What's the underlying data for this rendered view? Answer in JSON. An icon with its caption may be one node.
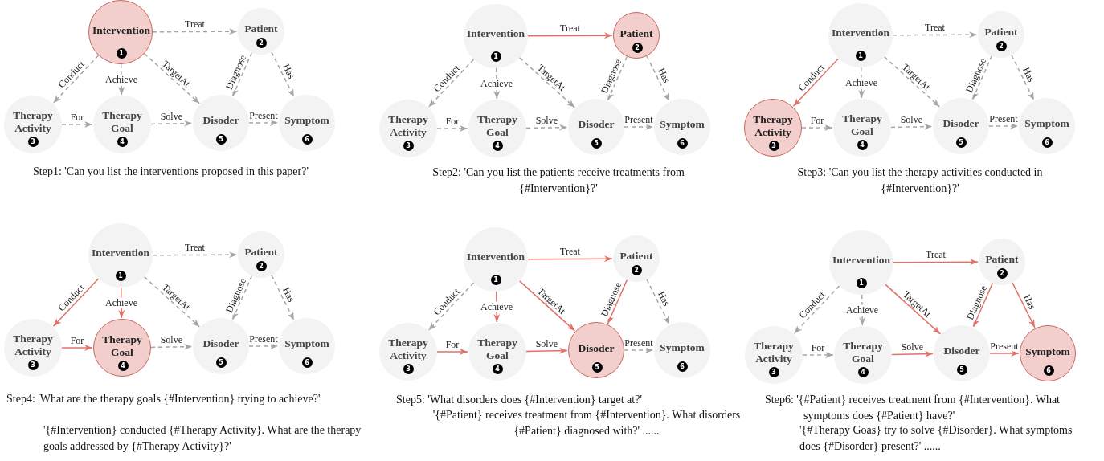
{
  "diagram": {
    "nodes": [
      {
        "text": [
          "Intervention",
          "1"
        ]
      },
      {
        "text": [
          "Patient",
          "2"
        ]
      },
      {
        "text": [
          "Therapy Activity",
          "3"
        ]
      },
      {
        "text": [
          "Therapy Goal",
          "4"
        ]
      },
      {
        "text": [
          "Disoder",
          "5"
        ]
      },
      {
        "text": [
          "Symptom",
          "6"
        ]
      },
      {
        "text": [
          "Intervention",
          "1"
        ]
      },
      {
        "text": [
          "Patient",
          "2"
        ]
      },
      {
        "text": [
          "Therapy Activity",
          "3"
        ]
      },
      {
        "text": [
          "Therapy Goal",
          "4"
        ]
      },
      {
        "text": [
          "Disoder",
          "5"
        ]
      },
      {
        "text": [
          "Symptom",
          "6"
        ]
      },
      {
        "text": [
          "Intervention",
          "1"
        ]
      },
      {
        "text": [
          "Patient",
          "2"
        ]
      },
      {
        "text": [
          "Therapy Activity",
          "3"
        ]
      },
      {
        "text": [
          "Therapy Goal",
          "4"
        ]
      },
      {
        "text": [
          "Disoder",
          "5"
        ]
      },
      {
        "text": [
          "Symptom",
          "6"
        ]
      },
      {
        "text": [
          "Intervention",
          "1"
        ]
      },
      {
        "text": [
          "Patient",
          "2"
        ]
      },
      {
        "text": [
          "Therapy Activity",
          "3"
        ]
      },
      {
        "text": [
          "Therapy Goal",
          "4"
        ]
      },
      {
        "text": [
          "Disoder",
          "5"
        ]
      },
      {
        "text": [
          "Symptom",
          "6"
        ]
      },
      {
        "text": [
          "Intervention",
          "1"
        ]
      },
      {
        "text": [
          "Patient",
          "2"
        ]
      },
      {
        "text": [
          "Therapy Activity",
          "3"
        ]
      },
      {
        "text": [
          "Therapy Goal",
          "4"
        ]
      },
      {
        "text": [
          "Disoder",
          "5"
        ]
      },
      {
        "text": [
          "Symptom",
          "6"
        ]
      },
      {
        "text": [
          "Intervention",
          "1"
        ]
      },
      {
        "text": [
          "Patient",
          "2"
        ]
      },
      {
        "text": [
          "Therapy Activity",
          "3"
        ]
      },
      {
        "text": [
          "Therapy Goal",
          "4"
        ]
      },
      {
        "text": [
          "Disoder",
          "5"
        ]
      },
      {
        "text": [
          "Symptom",
          "6"
        ]
      }
    ],
    "edges": [
      {
        "from": 0,
        "to": 1,
        "label": "Treat",
        "arrow": "to",
        "style": "dashed"
      },
      {
        "from": 0,
        "to": 2,
        "label": "Conduct",
        "arrow": "to",
        "style": "dashed"
      },
      {
        "from": 0,
        "to": 3,
        "label": "Achieve",
        "arrow": "to",
        "style": "dashed"
      },
      {
        "from": 0,
        "to": 4,
        "label": "TargetAt",
        "arrow": "to",
        "style": "dashed"
      },
      {
        "from": 1,
        "to": 4,
        "label": "Diagnose",
        "arrow": "to",
        "style": "dashed"
      },
      {
        "from": 1,
        "to": 5,
        "label": "Has",
        "arrow": "to",
        "style": "dashed"
      },
      {
        "from": 2,
        "to": 3,
        "label": "For",
        "arrow": "to",
        "style": "dashed"
      },
      {
        "from": 3,
        "to": 4,
        "label": "Solve",
        "arrow": "to",
        "style": "dashed"
      },
      {
        "from": 4,
        "to": 5,
        "label": "Present",
        "arrow": "to",
        "style": "dashed"
      },
      {
        "from": 6,
        "to": 7,
        "label": "Treat",
        "arrow": "to",
        "color": "#e0726a"
      },
      {
        "from": 6,
        "to": 8,
        "label": "Conduct",
        "arrow": "to",
        "style": "dashed"
      },
      {
        "from": 6,
        "to": 9,
        "label": "Achieve",
        "arrow": "to",
        "style": "dashed"
      },
      {
        "from": 6,
        "to": 10,
        "label": "TargetAt",
        "arrow": "to",
        "style": "dashed"
      },
      {
        "from": 7,
        "to": 10,
        "label": "Diagnose",
        "arrow": "to",
        "style": "dashed"
      },
      {
        "from": 7,
        "to": 11,
        "label": "Has",
        "arrow": "to",
        "style": "dashed"
      },
      {
        "from": 8,
        "to": 9,
        "label": "For",
        "arrow": "to",
        "style": "dashed"
      },
      {
        "from": 9,
        "to": 10,
        "label": "Solve",
        "arrow": "to",
        "style": "dashed"
      },
      {
        "from": 10,
        "to": 11,
        "label": "Present",
        "arrow": "to",
        "style": "dashed"
      },
      {
        "from": 12,
        "to": 13,
        "label": "Treat",
        "arrow": "to",
        "style": "dashed"
      },
      {
        "from": 12,
        "to": 14,
        "label": "Conduct",
        "arrow": "to",
        "color": "#e0726a"
      },
      {
        "from": 12,
        "to": 15,
        "label": "Achieve",
        "arrow": "to",
        "style": "dashed"
      },
      {
        "from": 12,
        "to": 16,
        "label": "TargetAt",
        "arrow": "to",
        "style": "dashed"
      },
      {
        "from": 13,
        "to": 16,
        "label": "Diagnose",
        "arrow": "to",
        "style": "dashed"
      },
      {
        "from": 13,
        "to": 17,
        "label": "Has",
        "arrow": "to",
        "style": "dashed"
      },
      {
        "from": 14,
        "to": 15,
        "label": "For",
        "arrow": "to",
        "style": "dashed"
      },
      {
        "from": 15,
        "to": 16,
        "label": "Solve",
        "arrow": "to",
        "style": "dashed"
      },
      {
        "from": 16,
        "to": 17,
        "label": "Present",
        "arrow": "to",
        "style": "dashed"
      },
      {
        "from": 18,
        "to": 19,
        "label": "Treat",
        "arrow": "to",
        "style": "dashed"
      },
      {
        "from": 18,
        "to": 20,
        "label": "Conduct",
        "arrow": "to",
        "color": "#e0726a"
      },
      {
        "from": 18,
        "to": 21,
        "label": "Achieve",
        "arrow": "to",
        "color": "#e0726a"
      },
      {
        "from": 18,
        "to": 22,
        "label": "TargetAt",
        "arrow": "to",
        "style": "dashed"
      },
      {
        "from": 19,
        "to": 22,
        "label": "Diagnose",
        "arrow": "to",
        "style": "dashed"
      },
      {
        "from": 19,
        "to": 23,
        "label": "Has",
        "arrow": "to",
        "style": "dashed"
      },
      {
        "from": 20,
        "to": 21,
        "label": "For",
        "arrow": "to",
        "color": "#e0726a"
      },
      {
        "from": 21,
        "to": 22,
        "label": "Solve",
        "arrow": "to",
        "style": "dashed"
      },
      {
        "from": 22,
        "to": 23,
        "label": "Present",
        "arrow": "to",
        "style": "dashed"
      },
      {
        "from": 24,
        "to": 25,
        "label": "Treat",
        "arrow": "to",
        "color": "#e0726a"
      },
      {
        "from": 24,
        "to": 26,
        "label": "Conduct",
        "arrow": "to",
        "style": "dashed"
      },
      {
        "from": 24,
        "to": 27,
        "label": "Achieve",
        "arrow": "to",
        "color": "#e0726a"
      },
      {
        "from": 24,
        "to": 28,
        "label": "TargetAt",
        "arrow": "to",
        "color": "#e0726a"
      },
      {
        "from": 25,
        "to": 28,
        "label": "Diagnose",
        "arrow": "to",
        "color": "#e0726a"
      },
      {
        "from": 25,
        "to": 29,
        "label": "Has",
        "arrow": "to",
        "style": "dashed"
      },
      {
        "from": 26,
        "to": 27,
        "label": "For",
        "arrow": "to",
        "color": "#e0726a"
      },
      {
        "from": 27,
        "to": 28,
        "label": "Solve",
        "arrow": "to",
        "color": "#e0726a"
      },
      {
        "from": 28,
        "to": 29,
        "label": "Present",
        "arrow": "to",
        "style": "dashed"
      },
      {
        "from": 30,
        "to": 31,
        "label": "Treat",
        "arrow": "to",
        "color": "#e0726a"
      },
      {
        "from": 30,
        "to": 32,
        "label": "Conduct",
        "arrow": "to",
        "style": "dashed"
      },
      {
        "from": 30,
        "to": 33,
        "label": "Achieve",
        "arrow": "to",
        "style": "dashed"
      },
      {
        "from": 30,
        "to": 34,
        "label": "TargetAt",
        "arrow": "to",
        "color": "#e0726a"
      },
      {
        "from": 31,
        "to": 34,
        "label": "Diagnose",
        "arrow": "to",
        "color": "#e0726a"
      },
      {
        "from": 31,
        "to": 35,
        "label": "Has",
        "arrow": "to",
        "color": "#e0726a"
      },
      {
        "from": 32,
        "to": 33,
        "label": "For",
        "arrow": "to",
        "style": "dashed"
      },
      {
        "from": 33,
        "to": 34,
        "label": "Solve",
        "arrow": "to",
        "color": "#e0726a"
      },
      {
        "from": 34,
        "to": 35,
        "label": "Present",
        "arrow": "to",
        "color": "#e0726a"
      }
    ],
    "labels": [
      "Step1: 'Can you list the interventions proposed in this paper?'",
      "Step2: 'Can you list the patients receive treatments from {#Intervention}?'",
      "Step3: 'Can you list the therapy activities conducted in {#Intervention}?'",
      "Step4: 'What are the therapy goals {#Intervention} trying to achieve?'",
      "'{#Intervention} conducted {#Therapy Activity}. What are the therapy goals addressed by {#Therapy Activity}?'",
      "Step5: 'What disorders does {#Intervention} target at?'",
      "'{#Patient} receives treatment from {#Intervention}. What disorders {#Patient} diagnosed with?' ......",
      "Step6: '{#Patient} receives treatment from {#Intervention}. What symptoms does {#Patient} have?'",
      "'{#Therapy Goas} try to solve {#Disorder}. What symptoms does {#Disorder} present?' ......"
    ]
  }
}
